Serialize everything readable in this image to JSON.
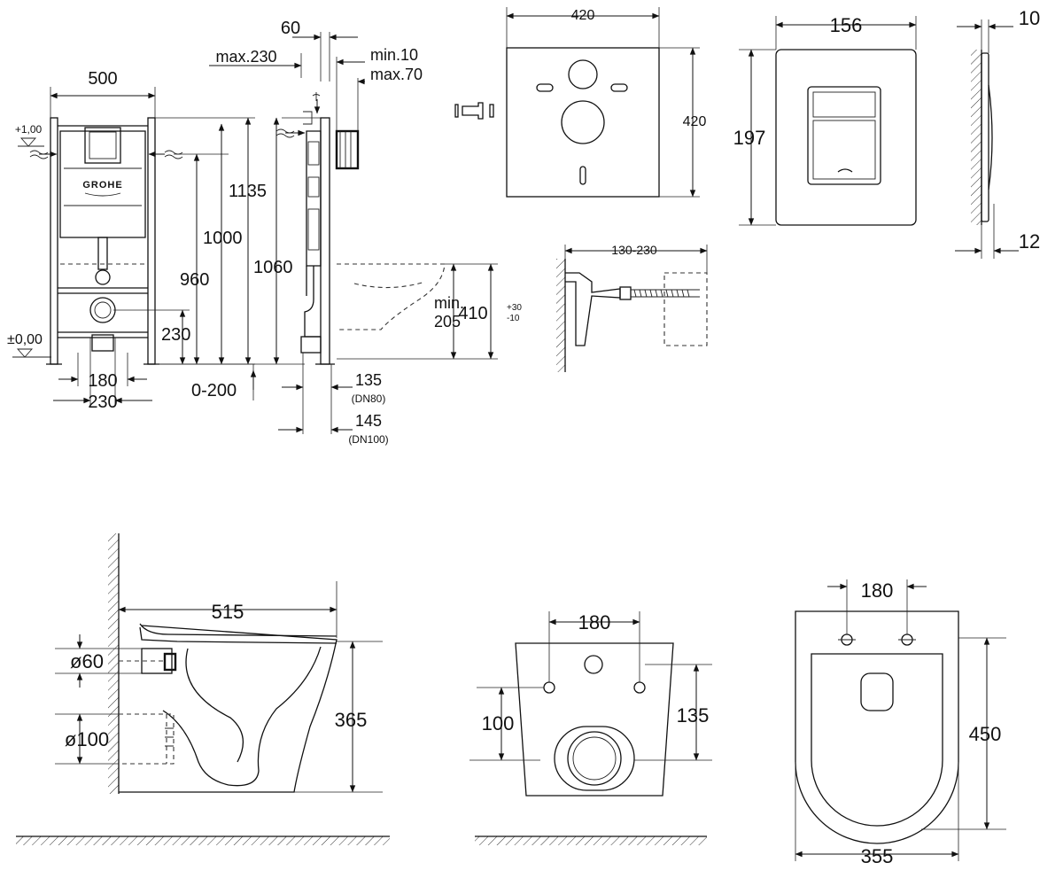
{
  "frame_front": {
    "width": "500",
    "level_top": "+1,00",
    "level_floor": "±0,00",
    "h1135": "1135",
    "h1000": "1000",
    "h960": "960",
    "h230": "230",
    "w180": "180",
    "w230": "230",
    "brand": "GROHE"
  },
  "frame_side": {
    "d60": "60",
    "max230": "max.230",
    "min10": "min.10",
    "max70": "max.70",
    "h1060": "1060",
    "min_label": "min.",
    "min_value": "205",
    "h410": "410",
    "tol_plus": "+30",
    "tol_minus": "-10",
    "range_0_200": "0-200",
    "d135": "135",
    "dn80": "(DN80)",
    "d145": "145",
    "dn100": "(DN100)"
  },
  "sound_pad": {
    "width": "420",
    "height": "420"
  },
  "wall_bolt": {
    "range": "130-230"
  },
  "flush_plate": {
    "width": "156",
    "height": "197",
    "thickness_top": "10",
    "thickness_bottom": "12"
  },
  "bowl_side": {
    "length": "515",
    "height": "365",
    "d60": "ø60",
    "d100": "ø100"
  },
  "bowl_back": {
    "bolt_spacing": "180",
    "h100": "100",
    "h135": "135"
  },
  "bowl_top": {
    "bolt_spacing": "180",
    "length": "450",
    "width": "355"
  }
}
